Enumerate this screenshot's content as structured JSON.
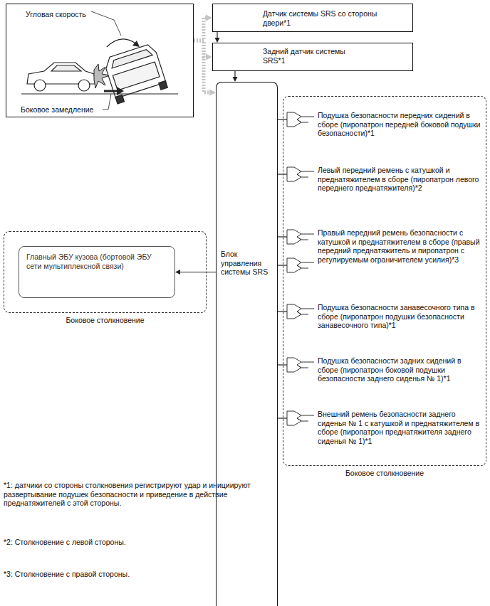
{
  "diagram": {
    "nodes": [
      {
        "text": [
          "Угловая скорость",
          "Боковое замедление"
        ]
      },
      {
        "text": [
          "Датчик системы SRS со стороны двери*1"
        ]
      },
      {
        "text": [
          "Задний датчик системы SRS*1"
        ]
      },
      {
        "text": [
          "Блок управления системы SRS"
        ]
      },
      {
        "text": [
          "Боковое столкновение"
        ]
      },
      {
        "text": [
          "Главный ЭБУ кузова (бортовой ЭБУ сети мультиплексной связи)"
        ],
        "in": 4
      },
      {
        "text": [
          "Боковое столкновение"
        ]
      },
      {
        "text": [
          "Подушка безопасности передних сидений в сборе (пиропатрон передней боковой подушки безопасности)*1"
        ],
        "in": 6
      },
      {
        "text": [
          "Левый передний ремень с катушкой и преднатяжителем в сборе (пиропатрон левого переднего преднатяжителя)*2"
        ],
        "in": 6
      },
      {
        "text": [
          "Правый передний ремень безопасности с катушкой и преднатяжителем в сборе (правый передний преднатяжитель и пиропатрон с регулируемым ограничителем усилия)*3"
        ],
        "in": 6
      },
      {
        "text": [
          "Подушка безопасности занавесочного типа в сборе (пиропатрон подушки безопасности занавесочного типа)*1"
        ],
        "in": 6
      },
      {
        "text": [
          "Подушка безопасности задних сидений в сборе (пиропатрон боковой подушки безопасности заднего сиденья № 1)*1"
        ],
        "in": 6
      },
      {
        "text": [
          "Внешний ремень безопасности заднего сиденья № 1 с катушкой и преднатяжителем в сборе (пиропатрон преднатяжителя заднего сиденья № 1)*1"
        ],
        "in": 6
      }
    ],
    "edges": [
      {
        "from": 0,
        "to": 1,
        "arrow": "to"
      },
      {
        "from": 0,
        "to": 2,
        "arrow": "to"
      },
      {
        "from": 0,
        "to": 3,
        "arrow": "to"
      },
      {
        "from": 1,
        "to": 2,
        "arrow": "to"
      },
      {
        "from": 2,
        "to": 3,
        "arrow": "to"
      },
      {
        "from": 3,
        "to": 5,
        "arrow": "to"
      },
      {
        "from": 3,
        "to": 7,
        "arrow": "none"
      },
      {
        "from": 3,
        "to": 8,
        "arrow": "none"
      },
      {
        "from": 3,
        "to": 9,
        "arrow": "none"
      },
      {
        "from": 3,
        "to": 10,
        "arrow": "none"
      },
      {
        "from": 3,
        "to": 11,
        "arrow": "none"
      },
      {
        "from": 3,
        "to": 12,
        "arrow": "none"
      }
    ],
    "labels": [
      "*1: датчики со стороны столкновения регистрируют удар и инициируют развертывание подушек безопасности и приведение в действие преднатяжителей с этой стороны.",
      "*2: Столкновение с левой стороны.",
      "*3: Столкновение с правой стороны."
    ]
  }
}
